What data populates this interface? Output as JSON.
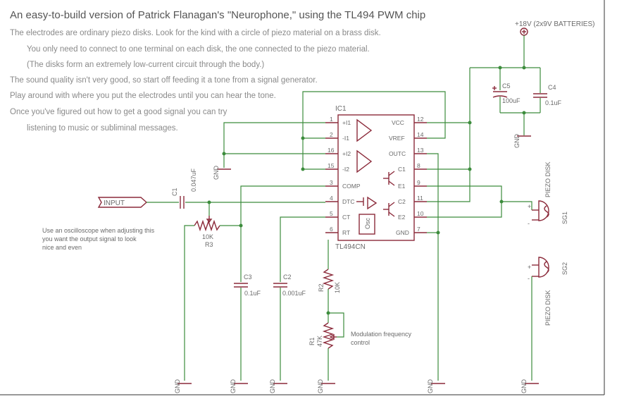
{
  "title": "An easy-to-build version of Patrick Flanagan's \"Neurophone,\" using the TL494 PWM chip",
  "notes": [
    "The electrodes are ordinary piezo disks. Look for the kind with a circle of piezo material on a brass disk.",
    "You only need to connect to one terminal on each disk, the one connected to the piezo material.",
    "(The disks form an extremely low-current circuit through the body.)",
    "The sound quality isn't very good, so start off feeding it a tone from a signal generator.",
    "Play around with where you put the electrodes until you can hear the tone.",
    "Once you've figured out how to get a good signal you can try",
    "listening to music or subliminal messages."
  ],
  "supply_label": "+18V (2x9V BATTERIES)",
  "ic": {
    "name": "IC1",
    "part": "TL494CN",
    "osc_label": "Osc",
    "left_pins": [
      {
        "num": "1",
        "name": "+I1"
      },
      {
        "num": "2",
        "name": "-I1"
      },
      {
        "num": "16",
        "name": "+I2"
      },
      {
        "num": "15",
        "name": "-I2"
      },
      {
        "num": "3",
        "name": "COMP"
      },
      {
        "num": "4",
        "name": "DTC"
      },
      {
        "num": "5",
        "name": "CT"
      },
      {
        "num": "6",
        "name": "RT"
      }
    ],
    "right_pins": [
      {
        "num": "12",
        "name": "VCC"
      },
      {
        "num": "14",
        "name": "VREF"
      },
      {
        "num": "13",
        "name": "OUTC"
      },
      {
        "num": "8",
        "name": "C1"
      },
      {
        "num": "9",
        "name": "E1"
      },
      {
        "num": "11",
        "name": "C2"
      },
      {
        "num": "10",
        "name": "E2"
      },
      {
        "num": "7",
        "name": "GND"
      }
    ]
  },
  "components": {
    "c1_name": "C1",
    "c1_value": "0.047uF",
    "c2_name": "C2",
    "c2_value": "0.001uF",
    "c3_name": "C3",
    "c3_value": "0.1uF",
    "c4_name": "C4",
    "c4_value": "0.1uF",
    "c5_name": "C5",
    "c5_value": "100uF",
    "r1_name": "R1",
    "r1_value": "47K",
    "r2_name": "R2",
    "r2_value": "10K",
    "r3_value": "10K",
    "r3_name": "R3",
    "sg1_name": "SG1",
    "sg2_name": "SG2",
    "piezo_label": "PIEZO DISK"
  },
  "input_label": "INPUT",
  "gnd_label": "GND",
  "plus_sign": "+",
  "minus_sign": "-",
  "scope_note": [
    "Use an oscilloscope when adjusting this",
    "you want the output signal to look",
    "nice and even"
  ],
  "mod_note": [
    "Modulation frequency",
    "control"
  ]
}
